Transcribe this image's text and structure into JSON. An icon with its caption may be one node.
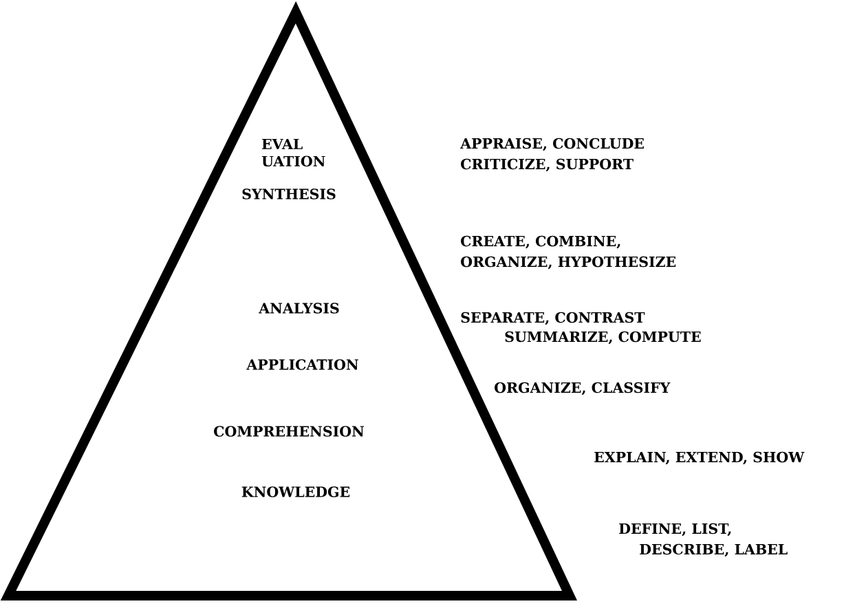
{
  "diagram": {
    "nodes": [
      {
        "text": [
          "EVAL UATION",
          "SYNTHESIS",
          "ANALYSIS",
          "APPLICATION",
          "COMPREHENSION",
          "KNOWLEDGE"
        ]
      }
    ],
    "labels": [
      "APPRAISE, CONCLUDE",
      "CRITICIZE, SUPPORT",
      "CREATE, COMBINE,",
      "ORGANIZE, HYPOTHESIZE",
      "SEPARATE, CONTRAST",
      "SUMMARIZE, COMPUTE",
      "ORGANIZE, CLASSIFY",
      "EXPLAIN, EXTEND, SHOW",
      "DEFINE, LIST,",
      "DESCRIBE, LABEL"
    ]
  }
}
